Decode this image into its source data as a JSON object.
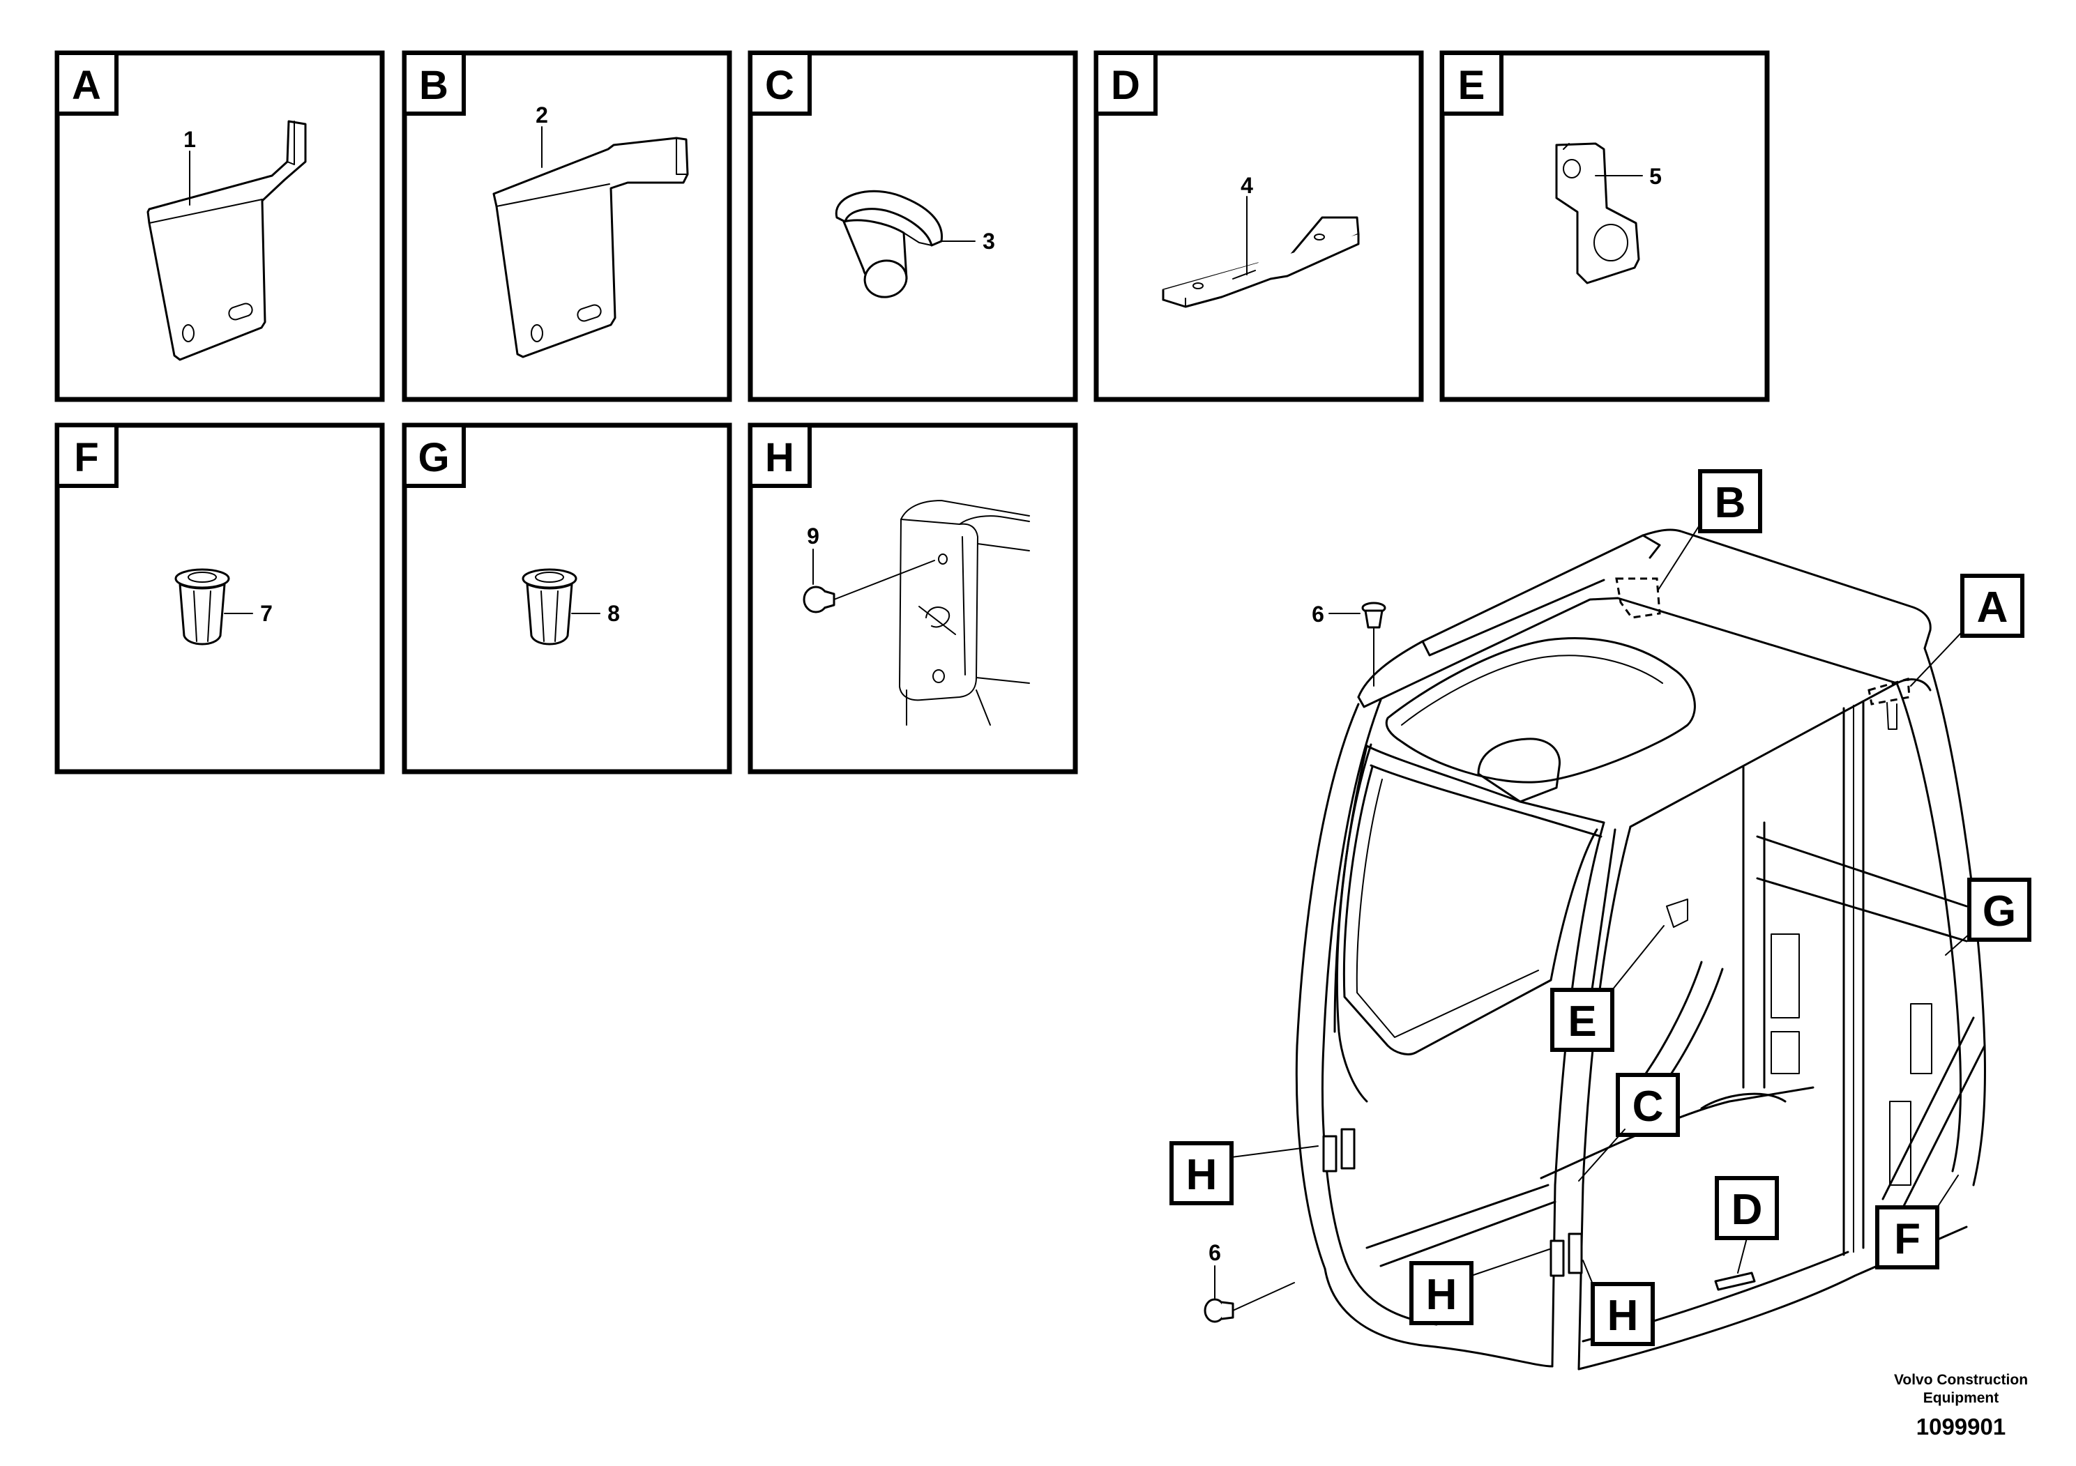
{
  "panels": [
    {
      "letter": "A",
      "callout": "1"
    },
    {
      "letter": "B",
      "callout": "2"
    },
    {
      "letter": "C",
      "callout": "3"
    },
    {
      "letter": "D",
      "callout": "4"
    },
    {
      "letter": "E",
      "callout": "5"
    },
    {
      "letter": "F",
      "callout": "7"
    },
    {
      "letter": "G",
      "callout": "8"
    },
    {
      "letter": "H",
      "callout": "9"
    }
  ],
  "cab_labels": {
    "a": "A",
    "b": "B",
    "c": "C",
    "d": "D",
    "e": "E",
    "f": "F",
    "g": "G",
    "h1": "H",
    "h2": "H",
    "h3": "H"
  },
  "cab_callouts": {
    "top": "6",
    "bottom": "6"
  },
  "footer": {
    "company_line1": "Volvo Construction",
    "company_line2": "Equipment",
    "drawing_number": "1099901"
  }
}
